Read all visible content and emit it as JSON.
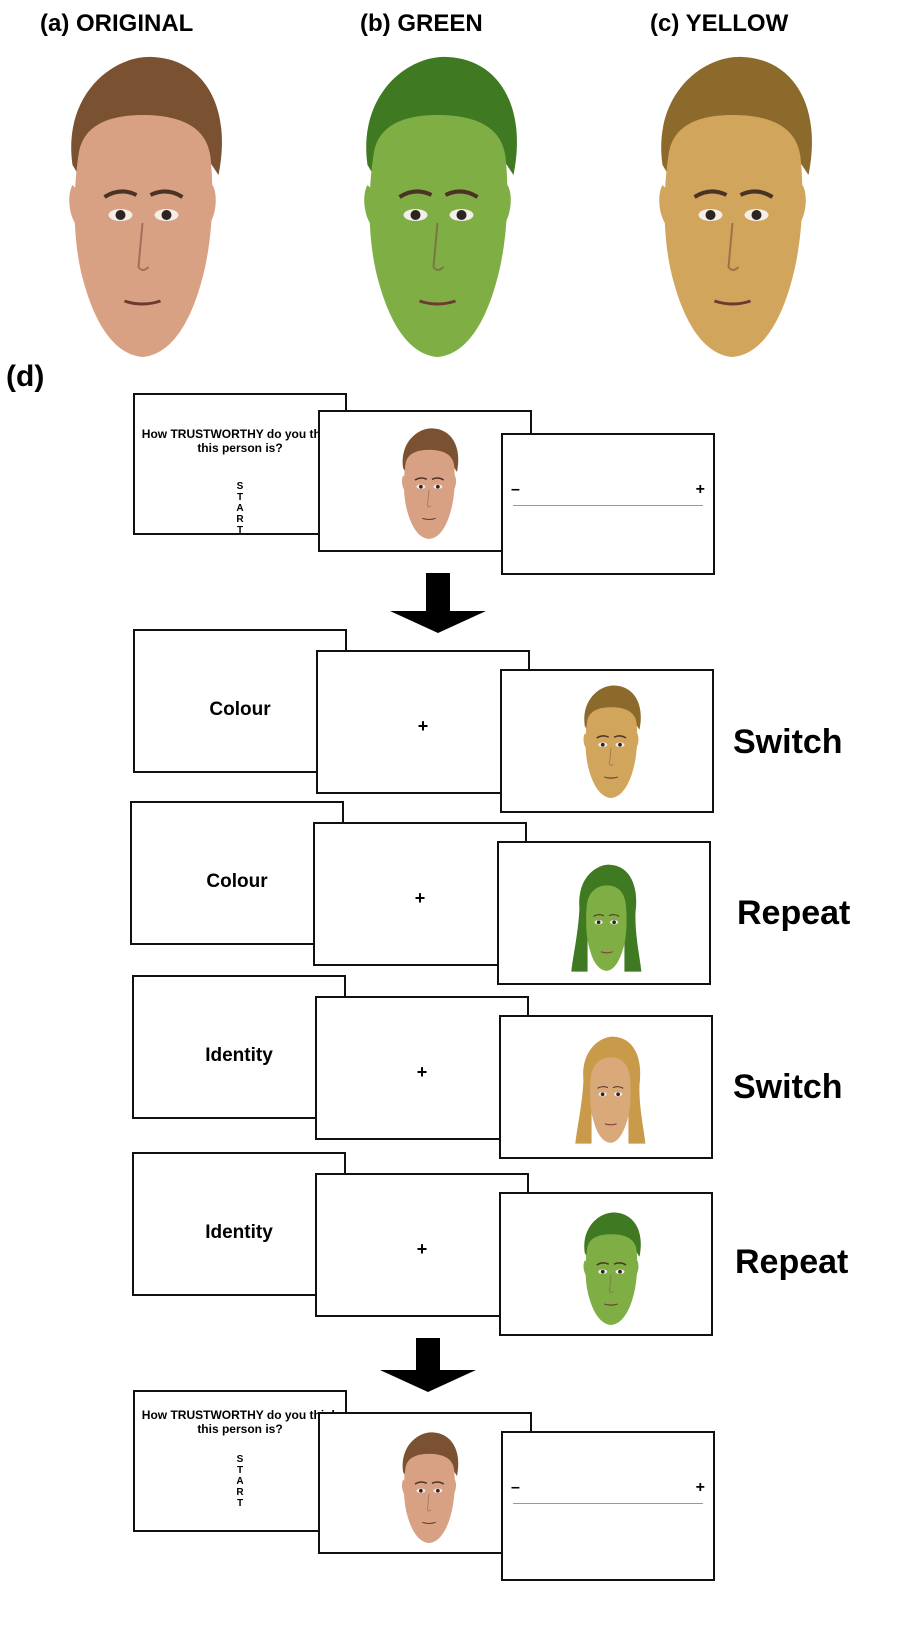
{
  "panels": {
    "a_label": "(a) ORIGINAL",
    "b_label": "(b) GREEN",
    "c_label": "(c) YELLOW",
    "d_label": "(d)"
  },
  "face_tints": {
    "original": "#d9a184",
    "green": "#7fae45",
    "yellow": "#d2a55c",
    "hair_brown": "#7a5232",
    "hair_green": "#3f7a22",
    "hair_yellow": "#8c6a2c",
    "hair_blonde": "#c99a4a"
  },
  "rating_screen": {
    "question": "How TRUSTWORTHY do you think this person is?",
    "start_letters": [
      "S",
      "T",
      "A",
      "R",
      "T"
    ],
    "scale_min": "–",
    "scale_max": "+"
  },
  "trials": [
    {
      "cue": "Colour",
      "fixation": "+",
      "condition": "Switch",
      "face": "yellow-male"
    },
    {
      "cue": "Colour",
      "fixation": "+",
      "condition": "Repeat",
      "face": "green-female"
    },
    {
      "cue": "Identity",
      "fixation": "+",
      "condition": "Switch",
      "face": "yellow-female"
    },
    {
      "cue": "Identity",
      "fixation": "+",
      "condition": "Repeat",
      "face": "green-male"
    }
  ]
}
